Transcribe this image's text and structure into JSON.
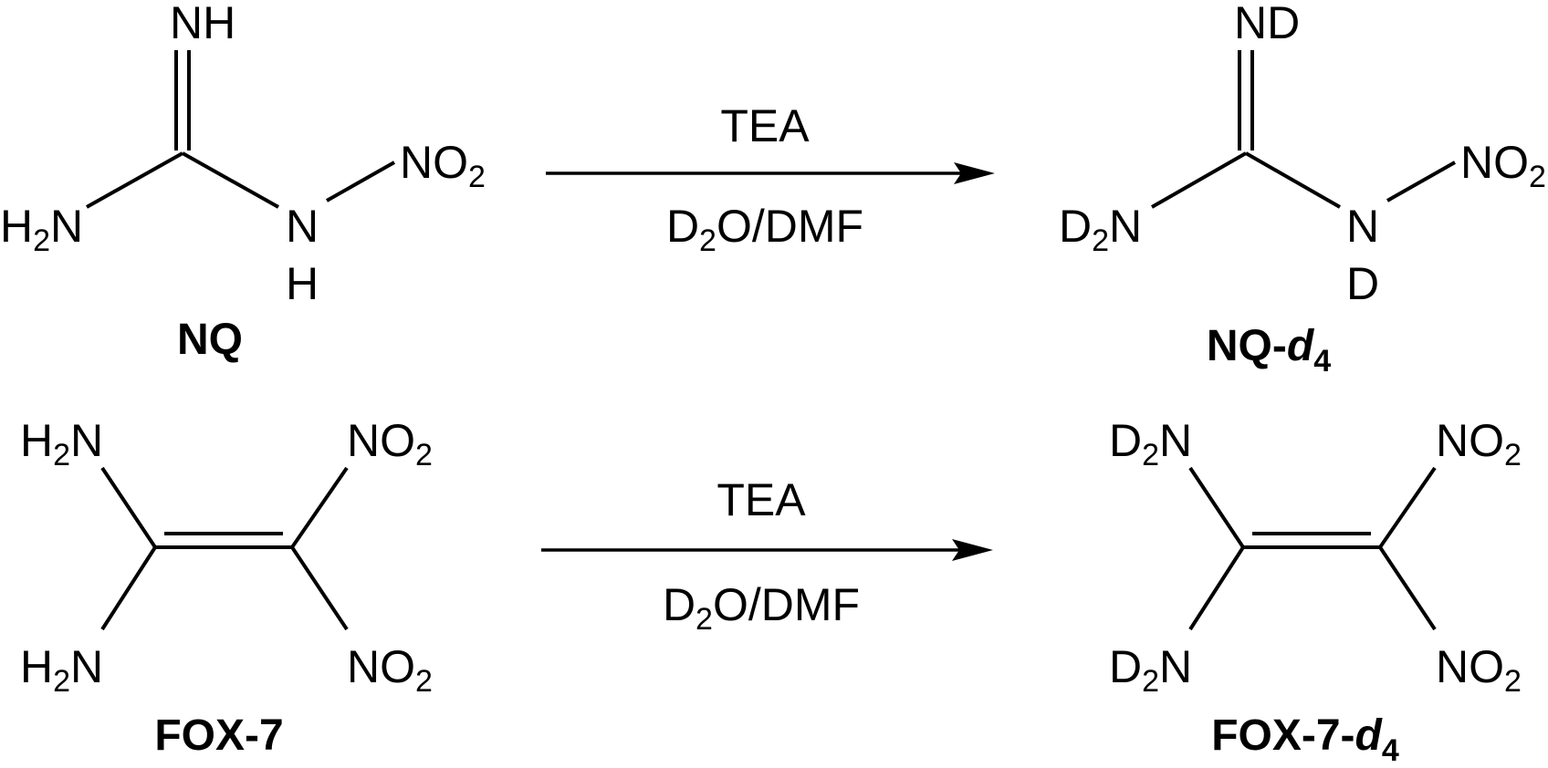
{
  "reactions": [
    {
      "reactant": {
        "name": "NQ",
        "atoms": {
          "imine_n": "N",
          "imine_h": "H",
          "amine": {
            "a1": "H",
            "a2": "2",
            "a3": "N"
          },
          "nitro": {
            "n1": "NO",
            "n2": "2"
          },
          "nh_n": "N",
          "nh_h": "H"
        }
      },
      "reagent_above": "TEA",
      "reagent_below": {
        "r1": "D",
        "r2": "2",
        "r3": "O/DMF"
      },
      "product": {
        "name": "NQ-",
        "name_suffix": "d",
        "name_sub": "4",
        "atoms": {
          "imine_n": "N",
          "imine_d": "D",
          "amine": {
            "a1": "D",
            "a2": "2",
            "a3": "N"
          },
          "nitro": {
            "n1": "NO",
            "n2": "2"
          },
          "nd_n": "N",
          "nd_d": "D"
        }
      }
    },
    {
      "reactant": {
        "name": "FOX-7",
        "atoms": {
          "amine_top": {
            "a1": "H",
            "a2": "2",
            "a3": "N"
          },
          "amine_bottom": {
            "a1": "H",
            "a2": "2",
            "a3": "N"
          },
          "nitro_top": {
            "n1": "NO",
            "n2": "2"
          },
          "nitro_bottom": {
            "n1": "NO",
            "n2": "2"
          }
        }
      },
      "reagent_above": "TEA",
      "reagent_below": {
        "r1": "D",
        "r2": "2",
        "r3": "O/DMF"
      },
      "product": {
        "name": "FOX-7-",
        "name_suffix": "d",
        "name_sub": "4",
        "atoms": {
          "amine_top": {
            "a1": "D",
            "a2": "2",
            "a3": "N"
          },
          "amine_bottom": {
            "a1": "D",
            "a2": "2",
            "a3": "N"
          },
          "nitro_top": {
            "n1": "NO",
            "n2": "2"
          },
          "nitro_bottom": {
            "n1": "NO",
            "n2": "2"
          }
        }
      }
    }
  ]
}
